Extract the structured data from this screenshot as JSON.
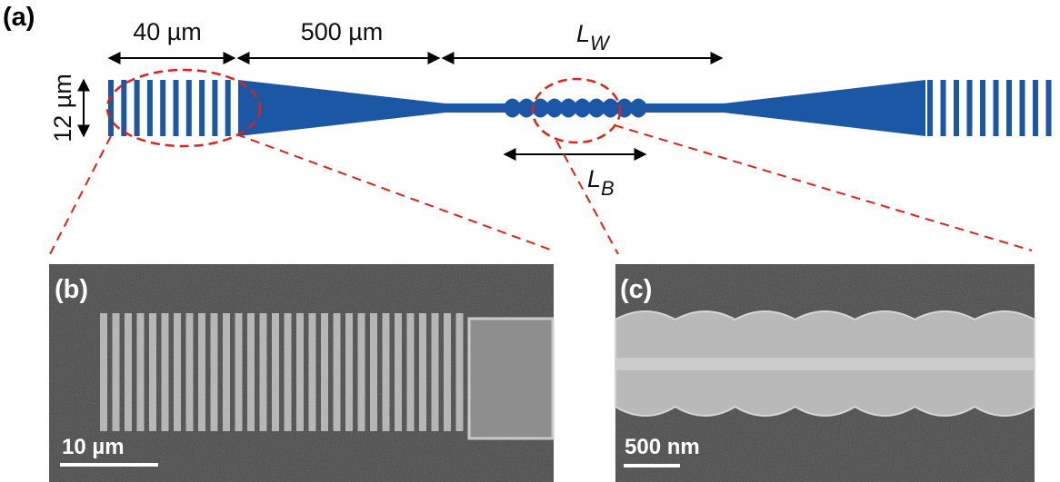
{
  "panels": {
    "a": {
      "label": "(a)"
    },
    "b": {
      "label": "(b)",
      "scale_bar": "10 µm"
    },
    "c": {
      "label": "(c)",
      "scale_bar": "500 nm"
    }
  },
  "dimensions": {
    "grating_length": "40 µm",
    "taper_length": "500 µm",
    "waveguide_length_symbol": "L",
    "waveguide_length_subscript": "W",
    "bragg_length_symbol": "L",
    "bragg_length_subscript": "B",
    "width": "12 µm"
  },
  "colors": {
    "device": "#1c57a5",
    "highlight": "#e0201b",
    "sem_background": "#454545"
  }
}
